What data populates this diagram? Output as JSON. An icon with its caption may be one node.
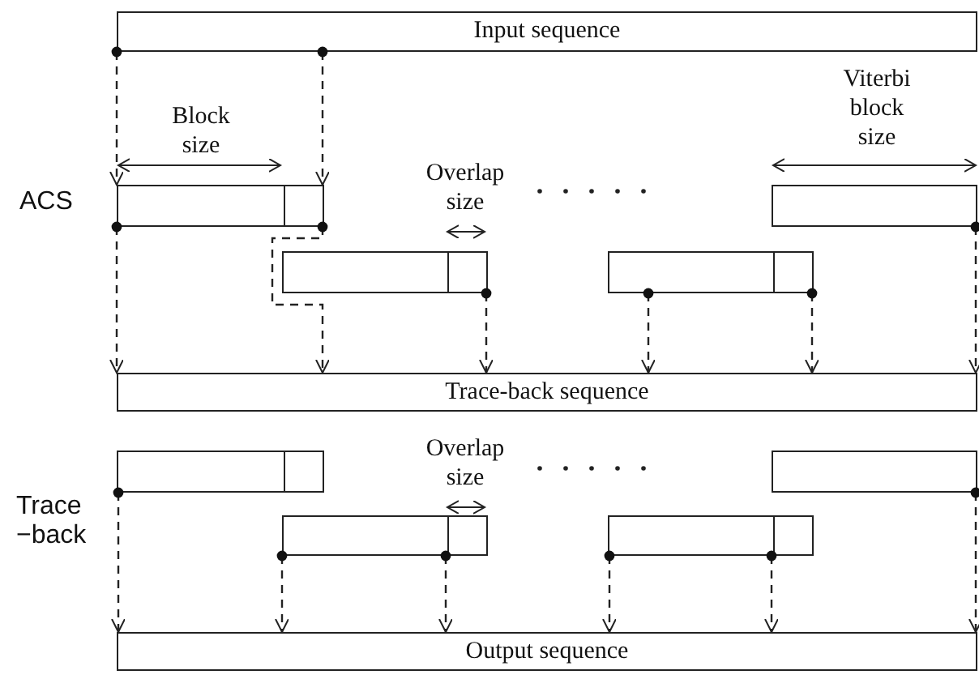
{
  "diagram": {
    "nodes": [
      {
        "text": [
          "Input sequence"
        ]
      },
      {
        "text": [],
        "shape": "box"
      },
      {
        "text": [],
        "shape": "box"
      },
      {
        "text": [],
        "shape": "box"
      },
      {
        "text": [],
        "shape": "box"
      },
      {
        "text": [
          "Trace-back sequence"
        ]
      },
      {
        "text": [],
        "shape": "box"
      },
      {
        "text": [],
        "shape": "box"
      },
      {
        "text": [],
        "shape": "box"
      },
      {
        "text": [],
        "shape": "box"
      },
      {
        "text": [
          "Output sequence"
        ]
      }
    ],
    "edges": [
      {
        "from": 0,
        "to": 1,
        "arrow": "to",
        "style": "dashed"
      },
      {
        "from": 0,
        "to": 1,
        "arrow": "to",
        "style": "dashed"
      },
      {
        "from": 1,
        "to": 5,
        "arrow": "to",
        "style": "dashed"
      },
      {
        "from": 1,
        "to": 5,
        "arrow": "to",
        "style": "dashed"
      },
      {
        "from": 2,
        "to": 5,
        "arrow": "to",
        "style": "dashed"
      },
      {
        "from": 3,
        "to": 5,
        "arrow": "to",
        "style": "dashed"
      },
      {
        "from": 3,
        "to": 5,
        "arrow": "to",
        "style": "dashed"
      },
      {
        "from": 4,
        "to": 5,
        "arrow": "to",
        "style": "dashed"
      },
      {
        "from": 6,
        "to": 10,
        "arrow": "to",
        "style": "dashed"
      },
      {
        "from": 7,
        "to": 10,
        "arrow": "to",
        "style": "dashed"
      },
      {
        "from": 7,
        "to": 10,
        "arrow": "to",
        "style": "dashed"
      },
      {
        "from": 8,
        "to": 10,
        "arrow": "to",
        "style": "dashed"
      },
      {
        "from": 8,
        "to": 10,
        "arrow": "to",
        "style": "dashed"
      },
      {
        "from": 9,
        "to": 10,
        "arrow": "to",
        "style": "dashed"
      }
    ],
    "labels": [
      "Block size",
      "Viterbi block size",
      "ACS",
      "Overlap size",
      "Overlap size",
      "Trace −back"
    ]
  }
}
